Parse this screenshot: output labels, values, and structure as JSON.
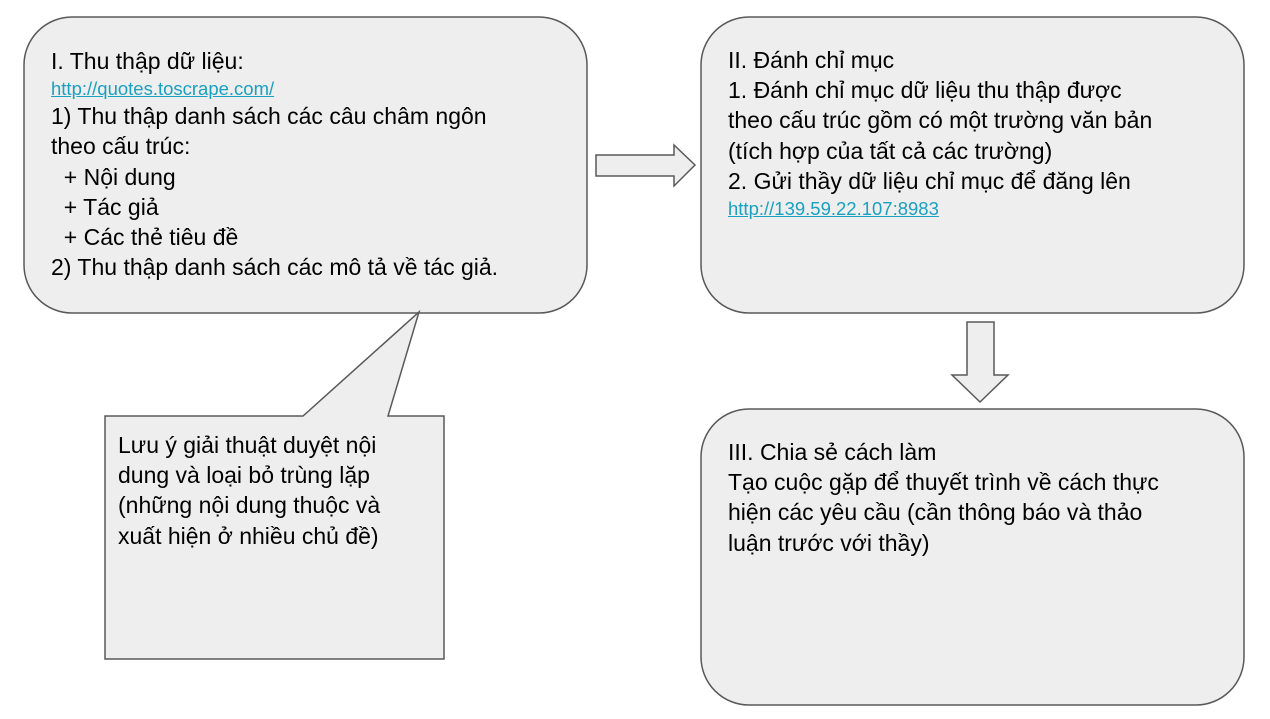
{
  "colors": {
    "box_fill": "#eeeeee",
    "box_stroke": "#595959",
    "link": "#1aa0c0",
    "text": "#000000"
  },
  "box1": {
    "title": "I. Thu thập dữ liệu:",
    "link": "http://quotes.toscrape.com/",
    "lines": [
      "1) Thu thập danh sách các câu châm ngôn",
      "theo cấu trúc:",
      "  + Nội dung",
      "  + Tác giả",
      "  + Các thẻ tiêu đề",
      "2) Thu thập danh sách các mô tả về tác giả."
    ]
  },
  "box2": {
    "title": "II. Đánh chỉ mục",
    "lines": [
      "1. Đánh chỉ mục dữ liệu thu thập được",
      "theo cấu trúc gồm có một trường văn bản",
      "(tích hợp của tất cả các trường)",
      "2. Gửi thầy dữ liệu chỉ mục để đăng lên"
    ],
    "link": "http://139.59.22.107:8983"
  },
  "box3": {
    "title": "III. Chia sẻ cách làm",
    "lines": [
      "Tạo cuộc gặp để thuyết trình về cách thực",
      "hiện các yêu cầu (cần thông báo và thảo",
      "luận trước với thầy)"
    ]
  },
  "callout": {
    "lines": [
      "Lưu ý giải thuật duyệt nội",
      "dung và loại bỏ trùng lặp",
      "(những nội dung thuộc và",
      "xuất hiện ở nhiều chủ đề)"
    ]
  }
}
